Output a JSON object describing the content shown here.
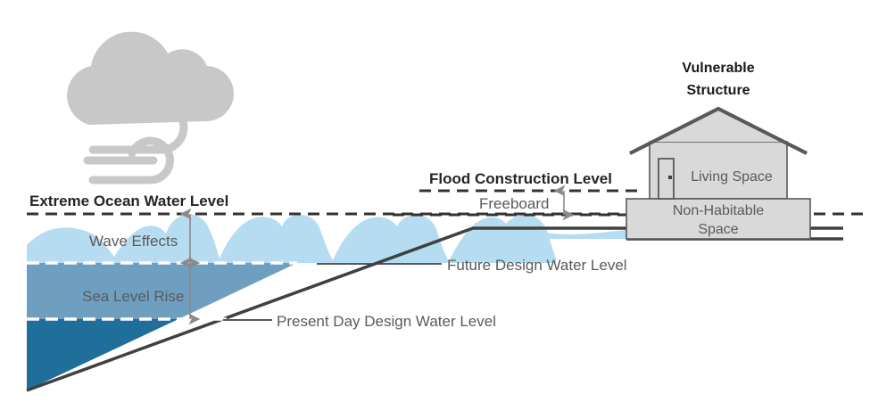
{
  "diagram": {
    "title_structure": "Vulnerable Structure",
    "icon_storm": "cloud-wind-icon",
    "levels": {
      "extreme_ocean_water_level": "Extreme Ocean Water Level",
      "flood_construction_level": "Flood Construction Level",
      "future_design_water_level": "Future Design Water Level",
      "present_day_design_water_level": "Present Day Design Water Level"
    },
    "bands": {
      "wave_effects": "Wave Effects",
      "sea_level_rise": "Sea Level Rise",
      "freeboard": "Freeboard"
    },
    "building": {
      "upper_label": "Living Space",
      "lower_label_line1": "Non-Habitable",
      "lower_label_line2": "Space"
    },
    "colors": {
      "wave": "#b5dcf0",
      "sea_level_rise": "#6e9fc1",
      "present_day_water": "#1f6f9a",
      "ground_line": "#404040",
      "building_fill": "#d9d9d9",
      "building_stroke": "#595959",
      "cloud": "#c8c8c8",
      "dashed_dark": "#333333",
      "dashed_white": "#ffffff",
      "text_dark": "#262626",
      "text_gray": "#5a5a5a"
    }
  }
}
